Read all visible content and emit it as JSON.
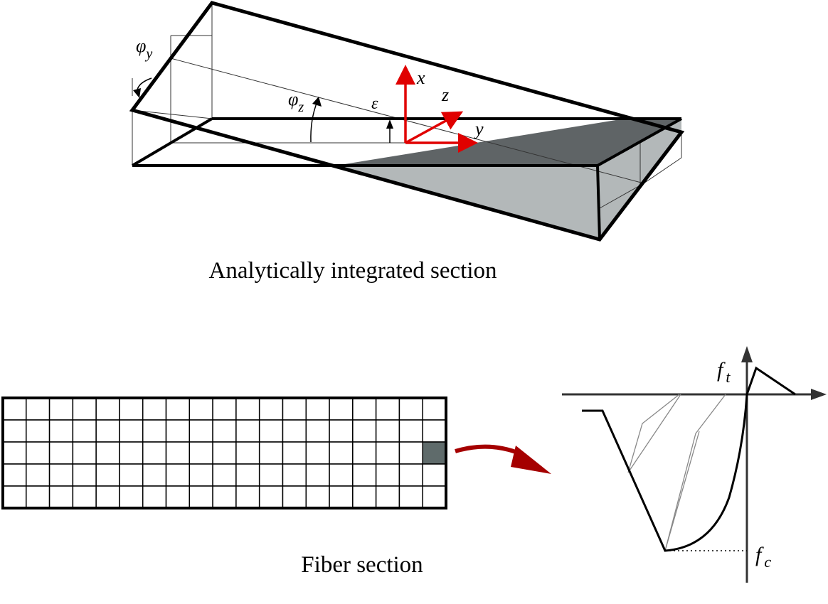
{
  "section_top": {
    "caption": "Analytically integrated section",
    "labels": {
      "phi": "φ",
      "phi_y_sub": "y",
      "phi_z_sub": "z",
      "epsilon": "ε",
      "axis_x": "x",
      "axis_y": "y",
      "axis_z": "z"
    },
    "colors": {
      "axes": "#e00000",
      "shade_dark": "#5f6466",
      "shade_light": "#b3b8b9"
    }
  },
  "section_bottom": {
    "caption": "Fiber section",
    "grid": {
      "columns": 19,
      "rows": 5,
      "highlight_col": 19,
      "highlight_row": 3
    },
    "colors": {
      "highlight": "#5f6b6b",
      "arrow": "#a50000"
    }
  },
  "material_law": {
    "label_ft_main": "f",
    "label_ft_sub": "t",
    "label_fc_main": "f",
    "label_fc_sub": "c"
  }
}
